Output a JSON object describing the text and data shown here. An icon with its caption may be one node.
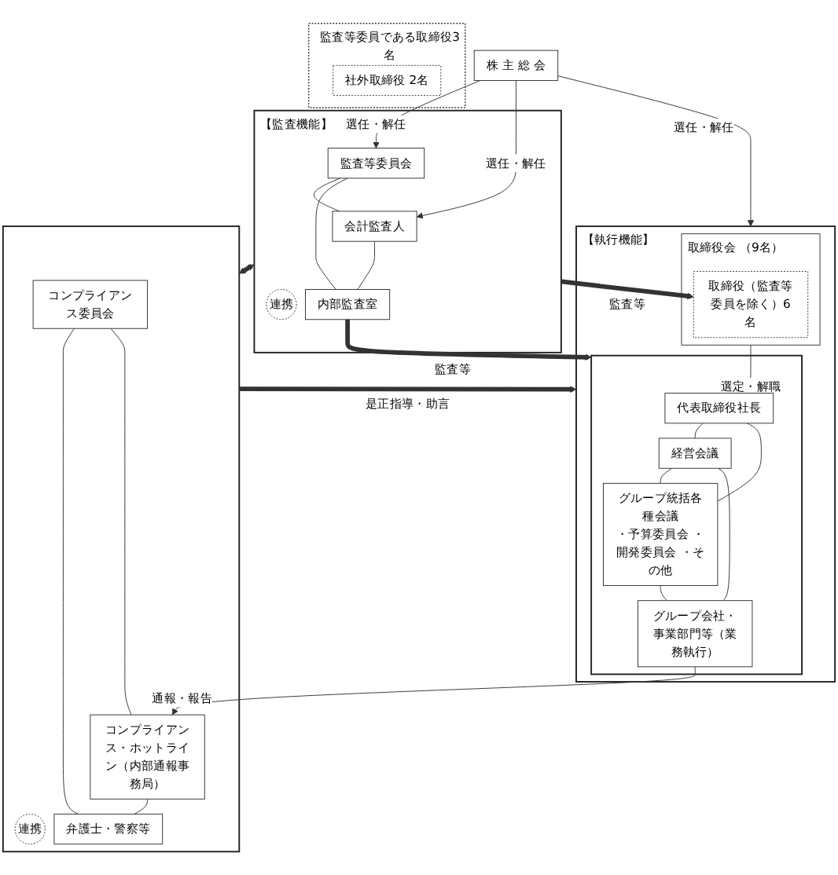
{
  "diagram": {
    "nodes": [
      {
        "text": [
          "株 主 総 会"
        ]
      },
      {
        "text": [
          "【執行機能】"
        ]
      },
      {
        "text": [
          "取締役会 （9名）"
        ],
        "in": 1
      },
      {
        "text": [
          "監査等委員である取締役3名"
        ]
      },
      {
        "text": [
          "社外取締役 2名"
        ],
        "in": 3
      },
      {
        "text": [
          "取締役（監査等委員を除く）6名"
        ],
        "in": 2
      },
      {
        "text": [
          "【監査機能】"
        ]
      },
      {
        "text": [
          "監査等委員会"
        ],
        "in": 6
      },
      {
        "text": [
          "会計監査人"
        ],
        "in": 6
      },
      {
        "text": [
          "連携"
        ],
        "in": 6
      },
      {
        "text": [
          "内部監査室"
        ],
        "in": 6
      },
      {
        "text": [],
        "shape": "box",
        "in": 1
      },
      {
        "text": [
          "代表取締役社長"
        ],
        "in": 11
      },
      {
        "text": [
          "経営会議"
        ],
        "in": 11
      },
      {
        "text": [
          "グループ統括各種会議",
          "・予算委員会 ・開発委員会 ・その他"
        ],
        "in": 11
      },
      {
        "text": [
          "グループ会社・事業部門等（業務執行）"
        ],
        "in": 11
      },
      {
        "text": [],
        "shape": "box"
      },
      {
        "text": [
          "コンプライアンス委員会"
        ],
        "in": 16
      },
      {
        "text": [
          "連携"
        ],
        "in": 16
      },
      {
        "text": [
          "コンプライアンス・ホットライン（内部通報事務局）"
        ],
        "in": 16
      },
      {
        "text": [
          "弁護士・警察等"
        ],
        "in": 16
      }
    ],
    "edges": [
      {
        "from": 0,
        "to": 2,
        "arrow": "to",
        "label": "選任・解任"
      },
      {
        "from": 0,
        "to": 7,
        "arrow": "to",
        "label": "選任・解任"
      },
      {
        "from": 0,
        "to": 8,
        "arrow": "to",
        "label": "選任・解任"
      },
      {
        "from": 7,
        "to": 8,
        "arrow": "none"
      },
      {
        "from": 7,
        "to": 10,
        "arrow": "none"
      },
      {
        "from": 8,
        "to": 10,
        "arrow": "none"
      },
      {
        "from": 6,
        "to": 5,
        "arrow": "to",
        "label": "監査等",
        "style": "thick"
      },
      {
        "from": 2,
        "to": 12,
        "arrow": "to",
        "label": "選定・解職"
      },
      {
        "from": 12,
        "to": 13,
        "arrow": "none"
      },
      {
        "from": 12,
        "to": 14,
        "arrow": "none"
      },
      {
        "from": 13,
        "to": 14,
        "arrow": "none"
      },
      {
        "from": 13,
        "to": 15,
        "arrow": "none"
      },
      {
        "from": 14,
        "to": 15,
        "arrow": "none"
      },
      {
        "from": 10,
        "to": 11,
        "arrow": "to",
        "label": "監査等",
        "style": "thick"
      },
      {
        "from": 6,
        "to": 16,
        "arrow": "both",
        "style": "thick"
      },
      {
        "from": 16,
        "to": 1,
        "arrow": "to",
        "label": "是正指導・助言",
        "style": "thick"
      },
      {
        "from": 15,
        "to": 19,
        "arrow": "to",
        "label": "通報・報告"
      },
      {
        "from": 17,
        "to": 20,
        "arrow": "none"
      },
      {
        "from": 17,
        "to": 19,
        "arrow": "none"
      },
      {
        "from": 19,
        "to": 20,
        "arrow": "none"
      }
    ]
  }
}
